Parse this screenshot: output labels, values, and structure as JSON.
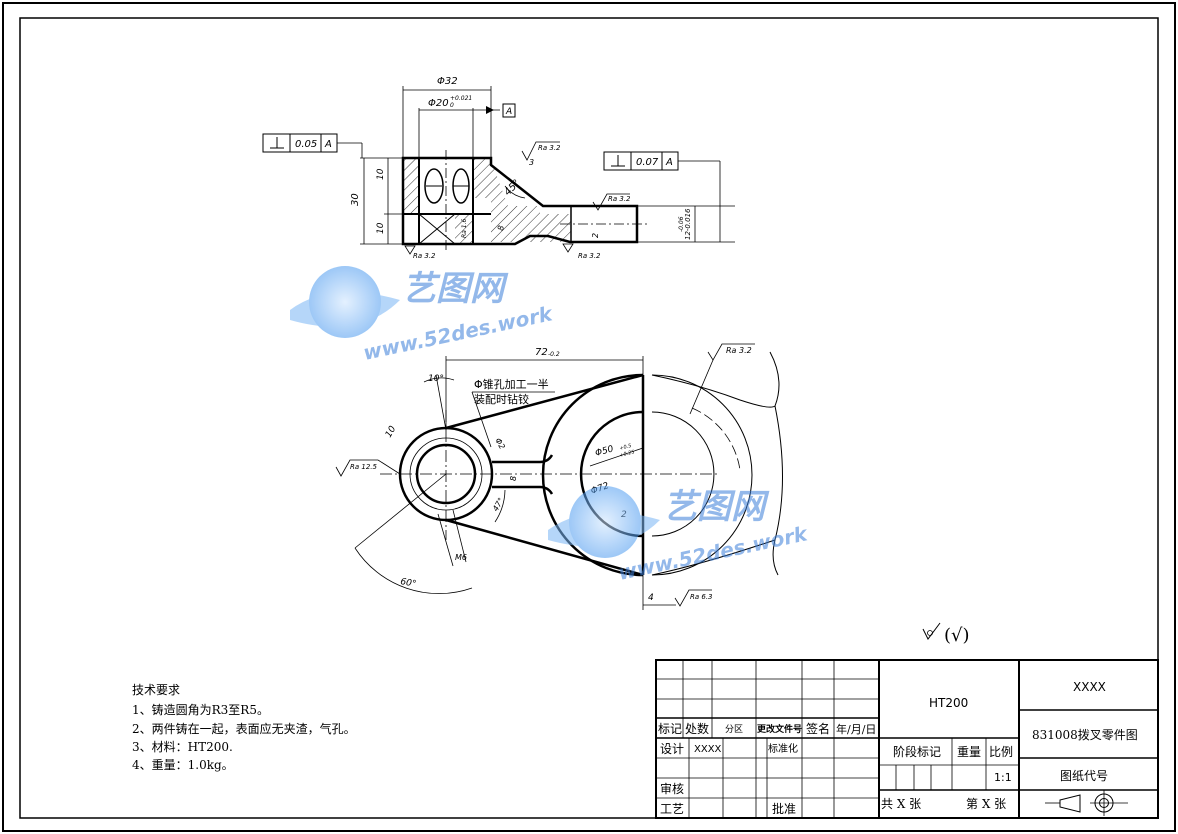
{
  "technical_requirements": {
    "title": "技术要求",
    "items": [
      "1、铸造圆角为R3至R5。",
      "2、两件铸在一起，表面应无夹渣，气孔。",
      "3、材料：HT200.",
      "4、重量：1.0kg。"
    ]
  },
  "general_roughness": "(√)",
  "title_block": {
    "material": "HT200",
    "company": "XXXX",
    "drawing_name": "831008拨叉零件图",
    "drawing_code_label": "图纸代号",
    "headers": {
      "mark": "标记",
      "count": "处数",
      "zone": "分区",
      "change_doc": "更改文件号",
      "signature": "签名",
      "date": "年/月/日"
    },
    "design_label": "设计",
    "design_value": "XXXX",
    "standardization": "标准化",
    "review": "审核",
    "process": "工艺",
    "approve": "批准",
    "stage_mark": "阶段标记",
    "weight": "重量",
    "scale_label": "比例",
    "scale_value": "1:1",
    "total_sheets": "共 X 张",
    "sheet_no": "第 X 张"
  },
  "top_view": {
    "dim_phi32": "Φ32",
    "dim_phi20": "Φ20",
    "tol_phi20": "+0.021",
    "tol_phi20_low": "0",
    "datum_a": "A",
    "tol1_value": "0.05",
    "tol1_datum": "A",
    "tol2_value": "0.07",
    "tol2_datum": "A",
    "dim_30": "30",
    "dim_10a": "10",
    "dim_10b": "10",
    "dim_3": "3",
    "dim_8": "8",
    "dim_2": "2",
    "angle_45": "45°",
    "ra_32_a": "Ra 3.2",
    "ra_32_b": "Ra 3.2",
    "ra_32_c": "Ra 3.2",
    "ra_32_d": "Ra 3.2",
    "ra_16": "Ra 1.6",
    "tol_12": "12-0.016",
    "tol_12b": "-0.06"
  },
  "front_view": {
    "dim_72": "72",
    "tol_72": "-0.2",
    "note_line1": "Φ锥孔加工一半",
    "note_line2": "装配时钻铰",
    "angle_10": "10°",
    "dim_10": "10",
    "dim_phi2": "Φ2",
    "dim_phi50": "Φ50",
    "tol_phi50": "+0.5",
    "tol_phi50_low": "+0.25",
    "dim_phi72": "Φ72",
    "dim_m6": "M6",
    "angle_60": "60°",
    "angle_47": "47°",
    "dim_2": "2",
    "dim_4": "4",
    "dim_8": "8",
    "ra_125": "Ra 12.5",
    "ra_32": "Ra 3.2",
    "ra_63": "Ra 6.3"
  },
  "watermark": {
    "brand": "艺图网",
    "url": "www.52des.work"
  }
}
